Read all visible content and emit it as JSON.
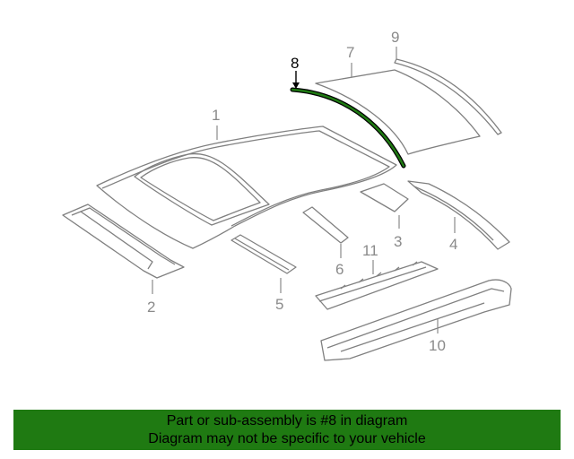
{
  "diagram": {
    "callouts": [
      "1",
      "2",
      "3",
      "4",
      "5",
      "6",
      "7",
      "8",
      "9",
      "10",
      "11"
    ],
    "highlighted_callout": "8",
    "colors": {
      "highlight": "#1f7a12",
      "part_stroke": "#808080",
      "label": "#8a8a8a",
      "footer_bg": "#1f7a12"
    }
  },
  "footer": {
    "line1": "Part or sub-assembly is #8 in diagram",
    "line2": "Diagram may not be specific to your vehicle"
  }
}
